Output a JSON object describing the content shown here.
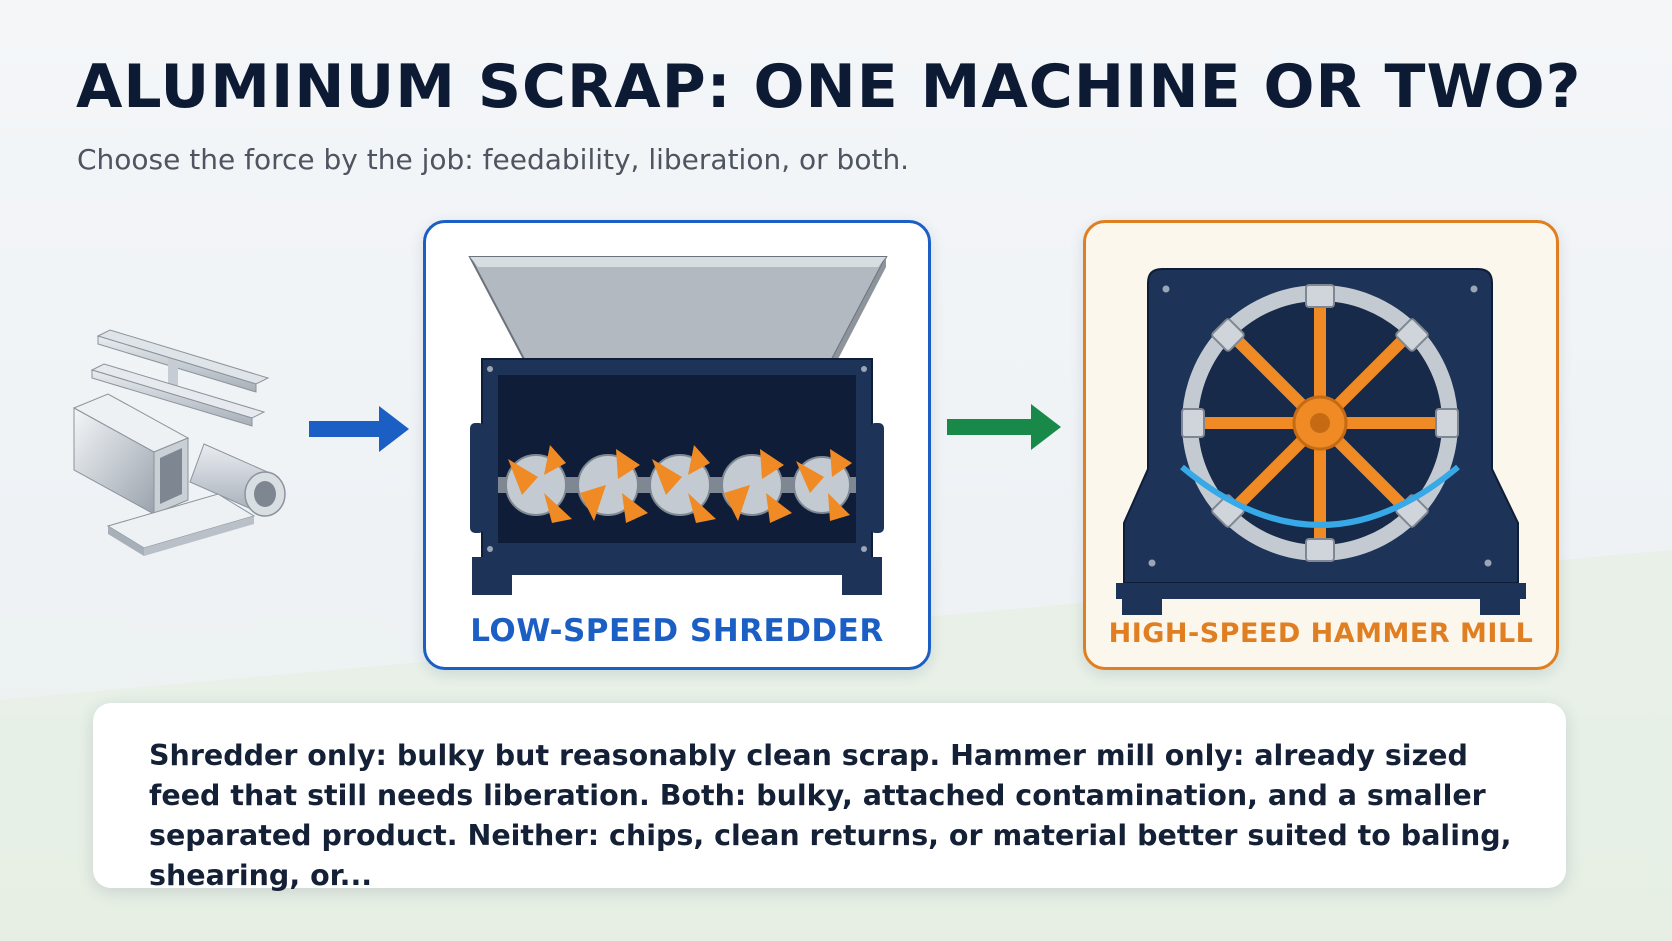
{
  "header": {
    "title": "ALUMINUM SCRAP: ONE MACHINE OR TWO?",
    "subtitle": "Choose the force by the job: feedability, liberation, or both."
  },
  "machines": [
    {
      "label": "LOW-SPEED SHREDDER",
      "accent": "#1c5fc4",
      "icon": "twin-shaft-shredder-icon"
    },
    {
      "label": "HIGH-SPEED HAMMER MILL",
      "accent": "#e07f22",
      "icon": "hammer-mill-rotor-icon"
    }
  ],
  "arrows": [
    {
      "icon": "right-arrow-icon",
      "color": "#1c5fc4"
    },
    {
      "icon": "right-arrow-icon",
      "color": "#19894a"
    }
  ],
  "scrap_icon": "aluminum-profiles-icon",
  "note": {
    "text": "Shredder only: bulky but reasonably clean scrap. Hammer mill only: already sized feed that still needs liberation. Both: bulky, attached contamination, and a smaller separated product. Neither: chips, clean returns, or material better suited to baling, shearing, or..."
  },
  "colors": {
    "title": "#0c1a33",
    "machine_body": "#1e3358",
    "cutter": "#f08a24",
    "steel": "#b8bec6"
  }
}
